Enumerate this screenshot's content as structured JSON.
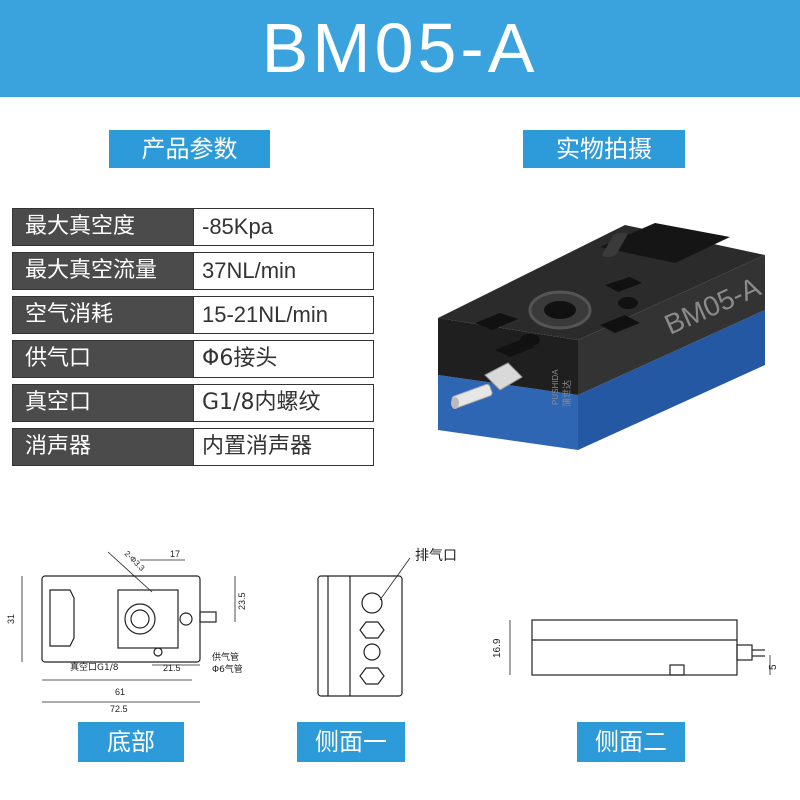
{
  "header": {
    "title": "BM05-A"
  },
  "sections": {
    "params": "产品参数",
    "photo": "实物拍摄"
  },
  "specs": [
    {
      "label": "最大真空度",
      "value": "-85Kpa"
    },
    {
      "label": "最大真空流量",
      "value": "37NL/min"
    },
    {
      "label": "空气消耗",
      "value": "15-21NL/min"
    },
    {
      "label": "供气口",
      "value": "Φ6接头"
    },
    {
      "label": "真空口",
      "value": "G1/8内螺纹"
    },
    {
      "label": "消声器",
      "value": "内置消声器"
    }
  ],
  "product": {
    "model_print": "BM05-A",
    "brand_print": "PUSHIDA",
    "brand_cn": "蒲世达"
  },
  "drawings": {
    "bottom": {
      "label": "底部",
      "dims": {
        "holes": "2-Φ3.3",
        "top": "17",
        "height": "31",
        "right": "23.5",
        "inner": "21.5",
        "width1": "61",
        "width2": "72.5"
      },
      "annot_vacuum": "真空口G1/8",
      "annot_supply1": "供气管",
      "annot_supply2": "Φ6气管"
    },
    "side1": {
      "label": "侧面一",
      "annot_exhaust": "排气口"
    },
    "side2": {
      "label": "侧面二",
      "dims": {
        "height": "16.9",
        "small": "5"
      }
    }
  },
  "colors": {
    "header": "#3aa3dd",
    "tag": "#2d9ad9",
    "label_bg": "#4b4b4b",
    "body_black": "#2a2a2a",
    "body_blue": "#2f66b3"
  }
}
